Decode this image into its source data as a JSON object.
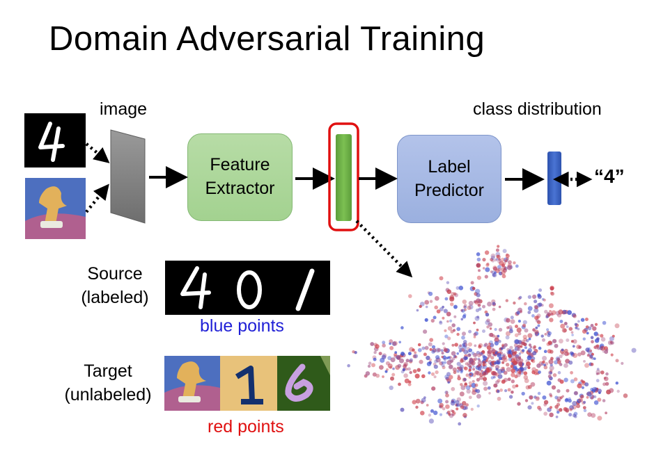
{
  "title": "Domain Adversarial Training",
  "labels": {
    "image": "image",
    "class_distribution": "class distribution",
    "feature_extractor_line1": "Feature",
    "feature_extractor_line2": "Extractor",
    "label_predictor_line1": "Label",
    "label_predictor_line2": "Predictor",
    "output": "“4”",
    "source_line1": "Source",
    "source_line2": "(labeled)",
    "target_line1": "Target",
    "target_line2": "(unlabeled)",
    "blue_points": "blue points",
    "red_points": "red points"
  },
  "colors": {
    "feature_box": "#a8d595",
    "label_box": "#a3b6e3",
    "feature_bar": "#6fb04a",
    "class_bar": "#3a63c4",
    "highlight": "#e01010",
    "blue_points": "#1f1fd6",
    "red_points": "#e01010"
  },
  "images": {
    "mnist_input": "handwritten-4",
    "source_digits": [
      "4",
      "0",
      "1"
    ],
    "target_digits": [
      "7",
      "1",
      "6"
    ]
  }
}
